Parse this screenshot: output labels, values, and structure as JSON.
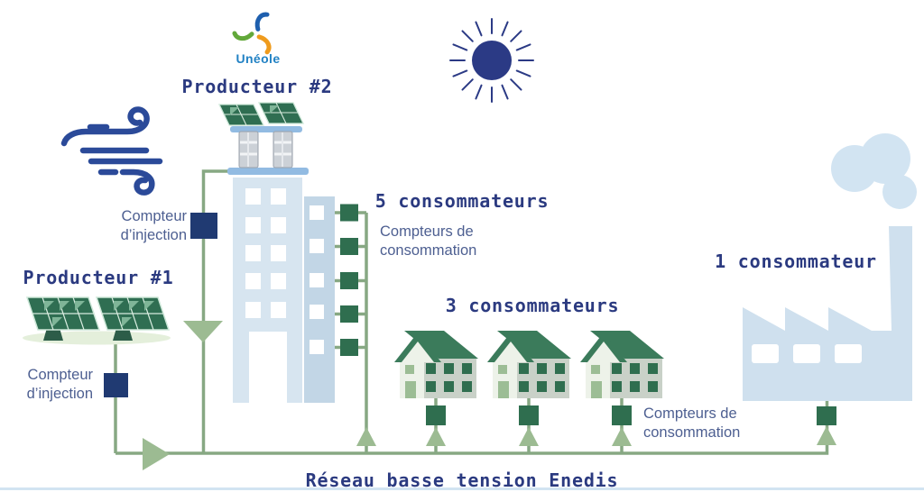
{
  "brand": {
    "name": "Unéole"
  },
  "producers": [
    {
      "label": "Producteur #1",
      "meter_label": "Compteur d’injection"
    },
    {
      "label": "Producteur #2",
      "meter_label": "Compteur d’injection"
    }
  ],
  "consumer_groups": [
    {
      "label": "5 consommateurs",
      "meter_label": "Compteurs de consommation"
    },
    {
      "label": "3 consommateurs"
    },
    {
      "label": "1 consommateur",
      "meter_label": "Compteurs de consommation"
    }
  ],
  "network": {
    "label": "Réseau basse tension Enedis"
  },
  "icons": {
    "wind": "wind-gust-icon",
    "sun": "sun-icon",
    "logo": "uneole-turbine-icon",
    "smoke": "factory-smoke-icon"
  },
  "colors": {
    "navy_text": "#2b3a80",
    "label_text": "#4d5f91",
    "brand_blue": "#2282c4",
    "meter_injection": "#203a72",
    "meter_consumption": "#2f6e4f",
    "grid_green": "#87a883",
    "arrow_green": "#9cbb92",
    "panel_green": "#2f6e52",
    "panel_line": "#d8ecdf",
    "panel_highlight": "#7fb598",
    "roof_green": "#3b7b5b",
    "house_body": "#c9d1c8",
    "house_light": "#edf2e9",
    "house_window_light": "#9cbd95",
    "building_main": "#d7e5f0",
    "building_side": "#c2d6e6",
    "platform_blue": "#92bbe2",
    "factory_blue": "#cfe0ee",
    "smoke_blue": "#d2e4f2",
    "shadow_green": "#e4efdb",
    "sun_navy": "#2b3a85",
    "wind_navy": "#2b4a99"
  }
}
